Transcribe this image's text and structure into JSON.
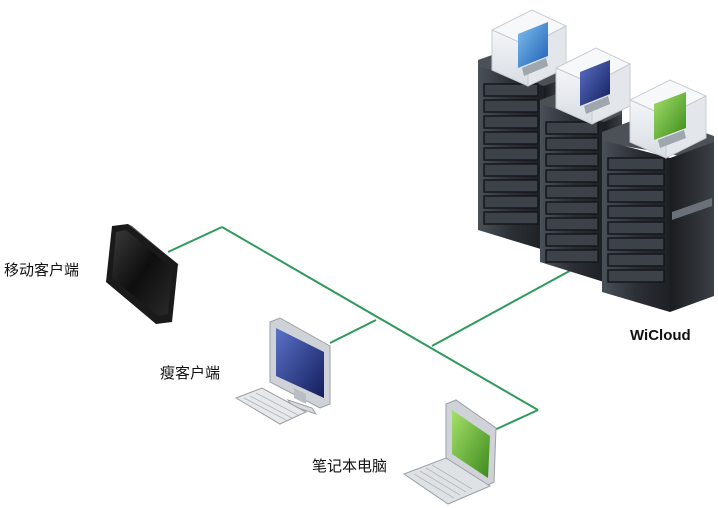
{
  "labels": {
    "mobile_client": "移动客户端",
    "thin_client": "瘦客户端",
    "laptop": "笔记本电脑",
    "cloud": "WiCloud"
  },
  "colors": {
    "network_line": "#2f9a5a",
    "rack_dark": "#2a2e33",
    "rack_mid": "#3a3f45",
    "screen_blue": "#2a6fc6",
    "screen_green": "#62b534",
    "monitor_blue": "#1e2a6e"
  },
  "icons": {
    "tablet": "tablet-icon",
    "thin_client": "desktop-monitor-icon",
    "laptop": "laptop-icon",
    "server": "server-rack-icon"
  }
}
